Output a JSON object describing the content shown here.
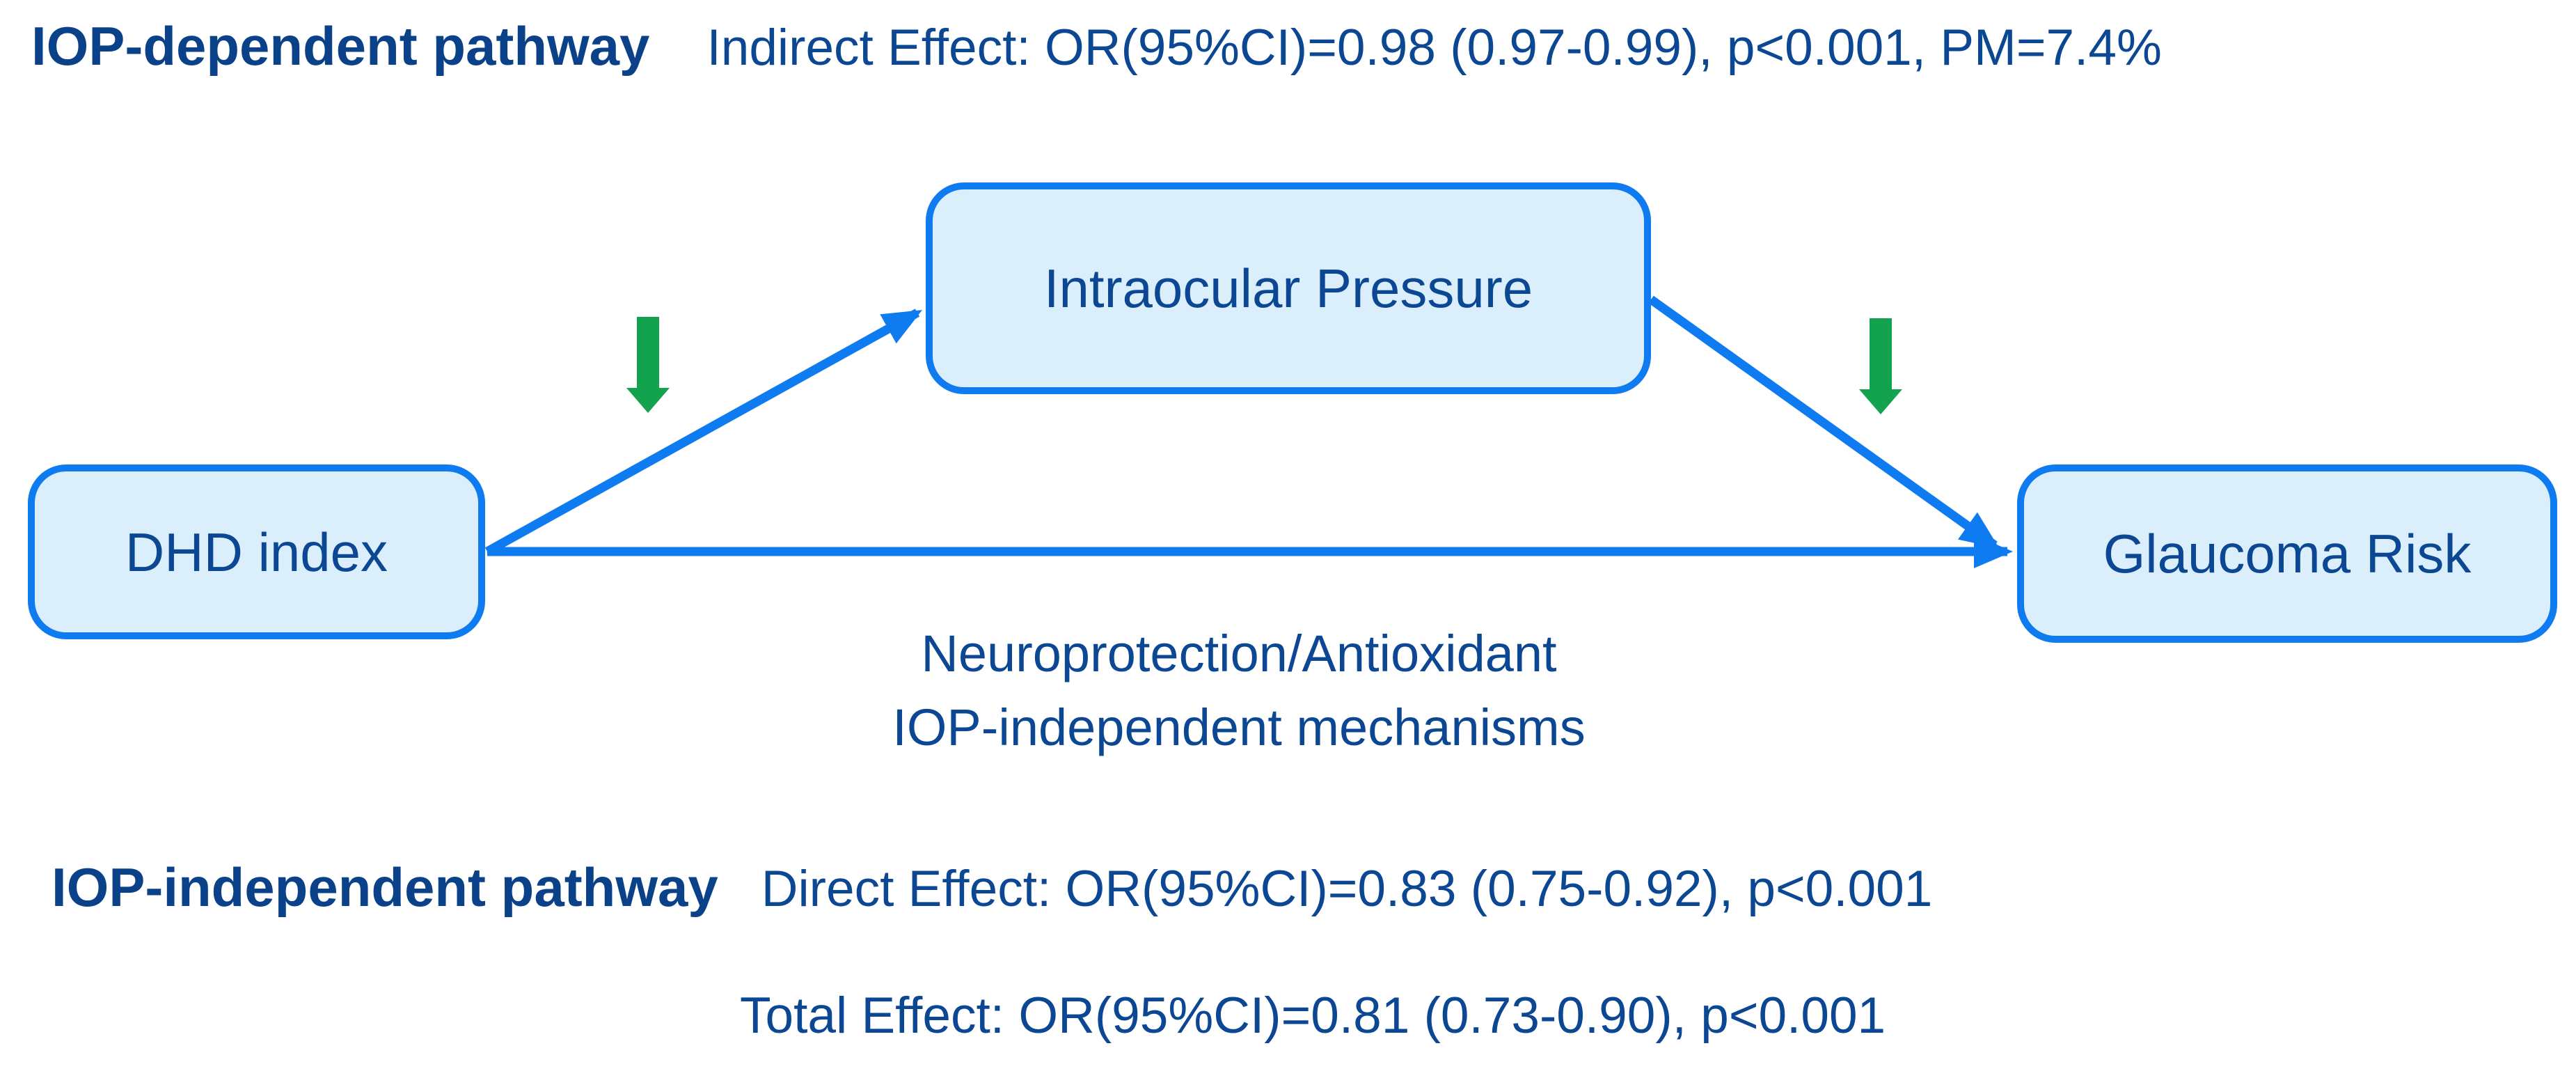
{
  "figure": {
    "type": "mediation-path-diagram",
    "background": "#ffffff"
  },
  "colors": {
    "accent_blue": "#0f7bf0",
    "box_fill": "#daeefb",
    "text_navy": "#0b4793",
    "title_navy": "#0a4189",
    "green": "#13a24e"
  },
  "top_row": {
    "pathway_title": "IOP-dependent pathway",
    "stat": "Indirect Effect: OR(95%CI)=0.98 (0.97-0.99), p<0.001, PM=7.4%"
  },
  "nodes": {
    "exposure": {
      "label": "DHD index"
    },
    "mediator": {
      "label": "Intraocular Pressure"
    },
    "outcome": {
      "label": "Glaucoma Risk"
    }
  },
  "mediation_label": {
    "line1": "Neuroprotection/Antioxidant",
    "line2": "IOP-independent mechanisms"
  },
  "bottom_row": {
    "pathway_title": "IOP-independent pathway",
    "stat": "Direct Effect: OR(95%CI)=0.83 (0.75-0.92), p<0.001"
  },
  "total_row": {
    "stat": "Total Effect: OR(95%CI)=0.81 (0.73-0.90), p<0.001"
  },
  "icons": {
    "decrease_left": "green-down-arrow",
    "decrease_right": "green-down-arrow"
  }
}
